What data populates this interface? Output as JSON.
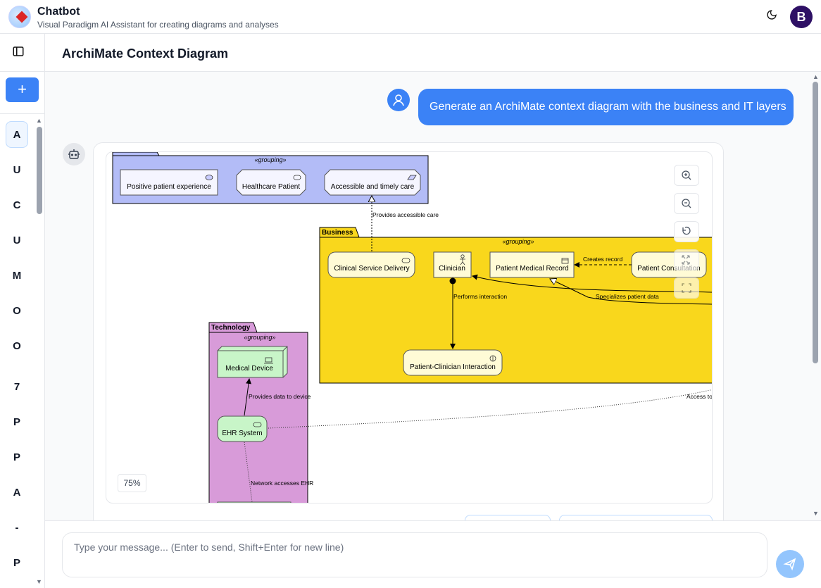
{
  "app": {
    "title": "Chatbot",
    "subtitle": "Visual Paradigm AI Assistant for creating diagrams and analyses",
    "avatar_letter": "B"
  },
  "sidebar": {
    "conversations": [
      "A",
      "U",
      "C",
      "U",
      "M",
      "O",
      "O",
      "7",
      "P",
      "P",
      "A",
      "-",
      "P"
    ]
  },
  "page": {
    "title": "ArchiMate Context Diagram"
  },
  "chat": {
    "user_message": "Generate an ArchiMate context diagram with the business and IT layers",
    "diagram": {
      "zoom": "75%",
      "groups": {
        "top_stereotype": "«grouping»",
        "business_label": "Business",
        "business_stereotype": "«grouping»",
        "technology_label": "Technology",
        "technology_stereotype": "«grouping»"
      },
      "elements": {
        "positive_experience": "Positive patient experience",
        "healthcare_patient": "Healthcare Patient",
        "accessible_care": "Accessible and timely care",
        "clinical_service": "Clinical Service Delivery",
        "clinician": "Clinician",
        "medical_record": "Patient Medical Record",
        "consultation": "Patient Consultation",
        "interaction": "Patient-Clinician Interaction",
        "medical_device": "Medical Device",
        "ehr_system": "EHR System"
      },
      "relations": {
        "provides_care": "Provides accessible care",
        "creates_record": "Creates record",
        "specializes": "Specializes patient data",
        "performs": "Performs interaction",
        "provides_data": "Provides data to device",
        "access_to": "Access to",
        "network_access": "Network accesses EHR"
      }
    }
  },
  "input": {
    "placeholder": "Type your message... (Enter to send, Shift+Enter for new line)"
  }
}
